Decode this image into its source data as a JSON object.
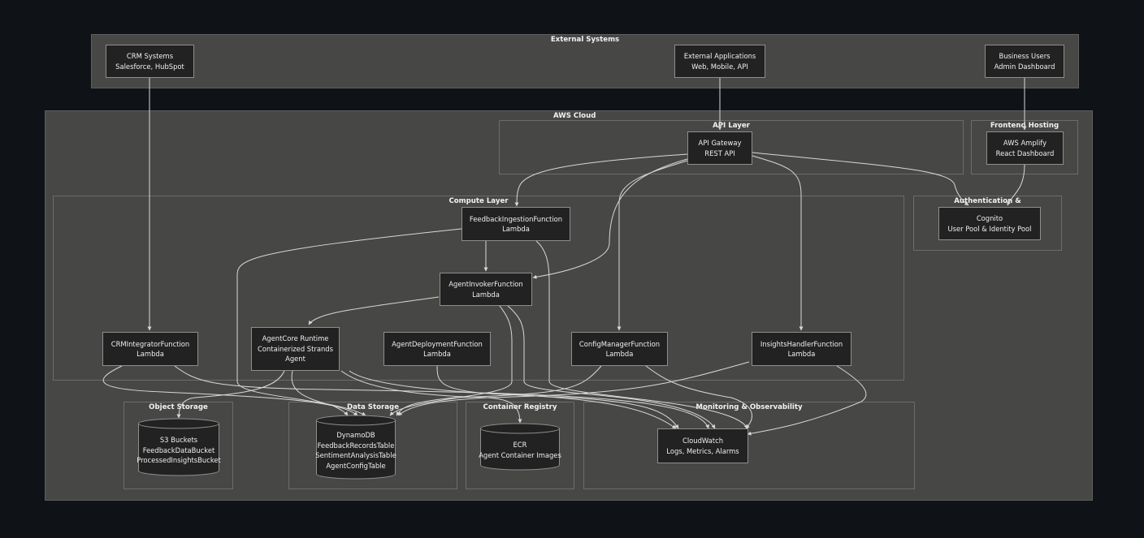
{
  "clusters": {
    "external": "External Systems",
    "aws": "AWS Cloud",
    "api": "API Layer",
    "frontend": "Frontend Hosting",
    "auth": "Authentication &",
    "compute": "Compute Layer",
    "object": "Object Storage",
    "data": "Data Storage",
    "registry": "Container Registry",
    "monitoring": "Monitoring & Observability"
  },
  "nodes": {
    "crm": [
      "CRM Systems",
      "Salesforce, HubSpot"
    ],
    "extapps": [
      "External Applications",
      "Web, Mobile, API"
    ],
    "bizusers": [
      "Business Users",
      "Admin Dashboard"
    ],
    "apigw": [
      "API Gateway",
      "REST API"
    ],
    "amplify": [
      "AWS Amplify",
      "React Dashboard"
    ],
    "cognito": [
      "Cognito",
      "User Pool & Identity Pool"
    ],
    "feedback": [
      "FeedbackIngestionFunction",
      "Lambda"
    ],
    "invoker": [
      "AgentInvokerFunction",
      "Lambda"
    ],
    "crmint": [
      "CRMIntegratorFunction",
      "Lambda"
    ],
    "agentcore": [
      "AgentCore Runtime",
      "Containerized Strands",
      "Agent"
    ],
    "deploy": [
      "AgentDeploymentFunction",
      "Lambda"
    ],
    "config": [
      "ConfigManagerFunction",
      "Lambda"
    ],
    "insights": [
      "InsightsHandlerFunction",
      "Lambda"
    ],
    "s3": [
      "S3 Buckets",
      "FeedbackDataBucket",
      "ProcessedInsightsBucket"
    ],
    "dynamo": [
      "DynamoDB",
      "FeedbackRecordsTable",
      "SentimentAnalysisTable",
      "AgentConfigTable"
    ],
    "ecr": [
      "ECR",
      "Agent Container Images"
    ],
    "cloudwatch": [
      "CloudWatch",
      "Logs, Metrics, Alarms"
    ]
  },
  "colors": {
    "background": "#0f1217",
    "cluster_fill": "#474746",
    "node_fill": "#222222",
    "edge": "#d8d8d8"
  }
}
